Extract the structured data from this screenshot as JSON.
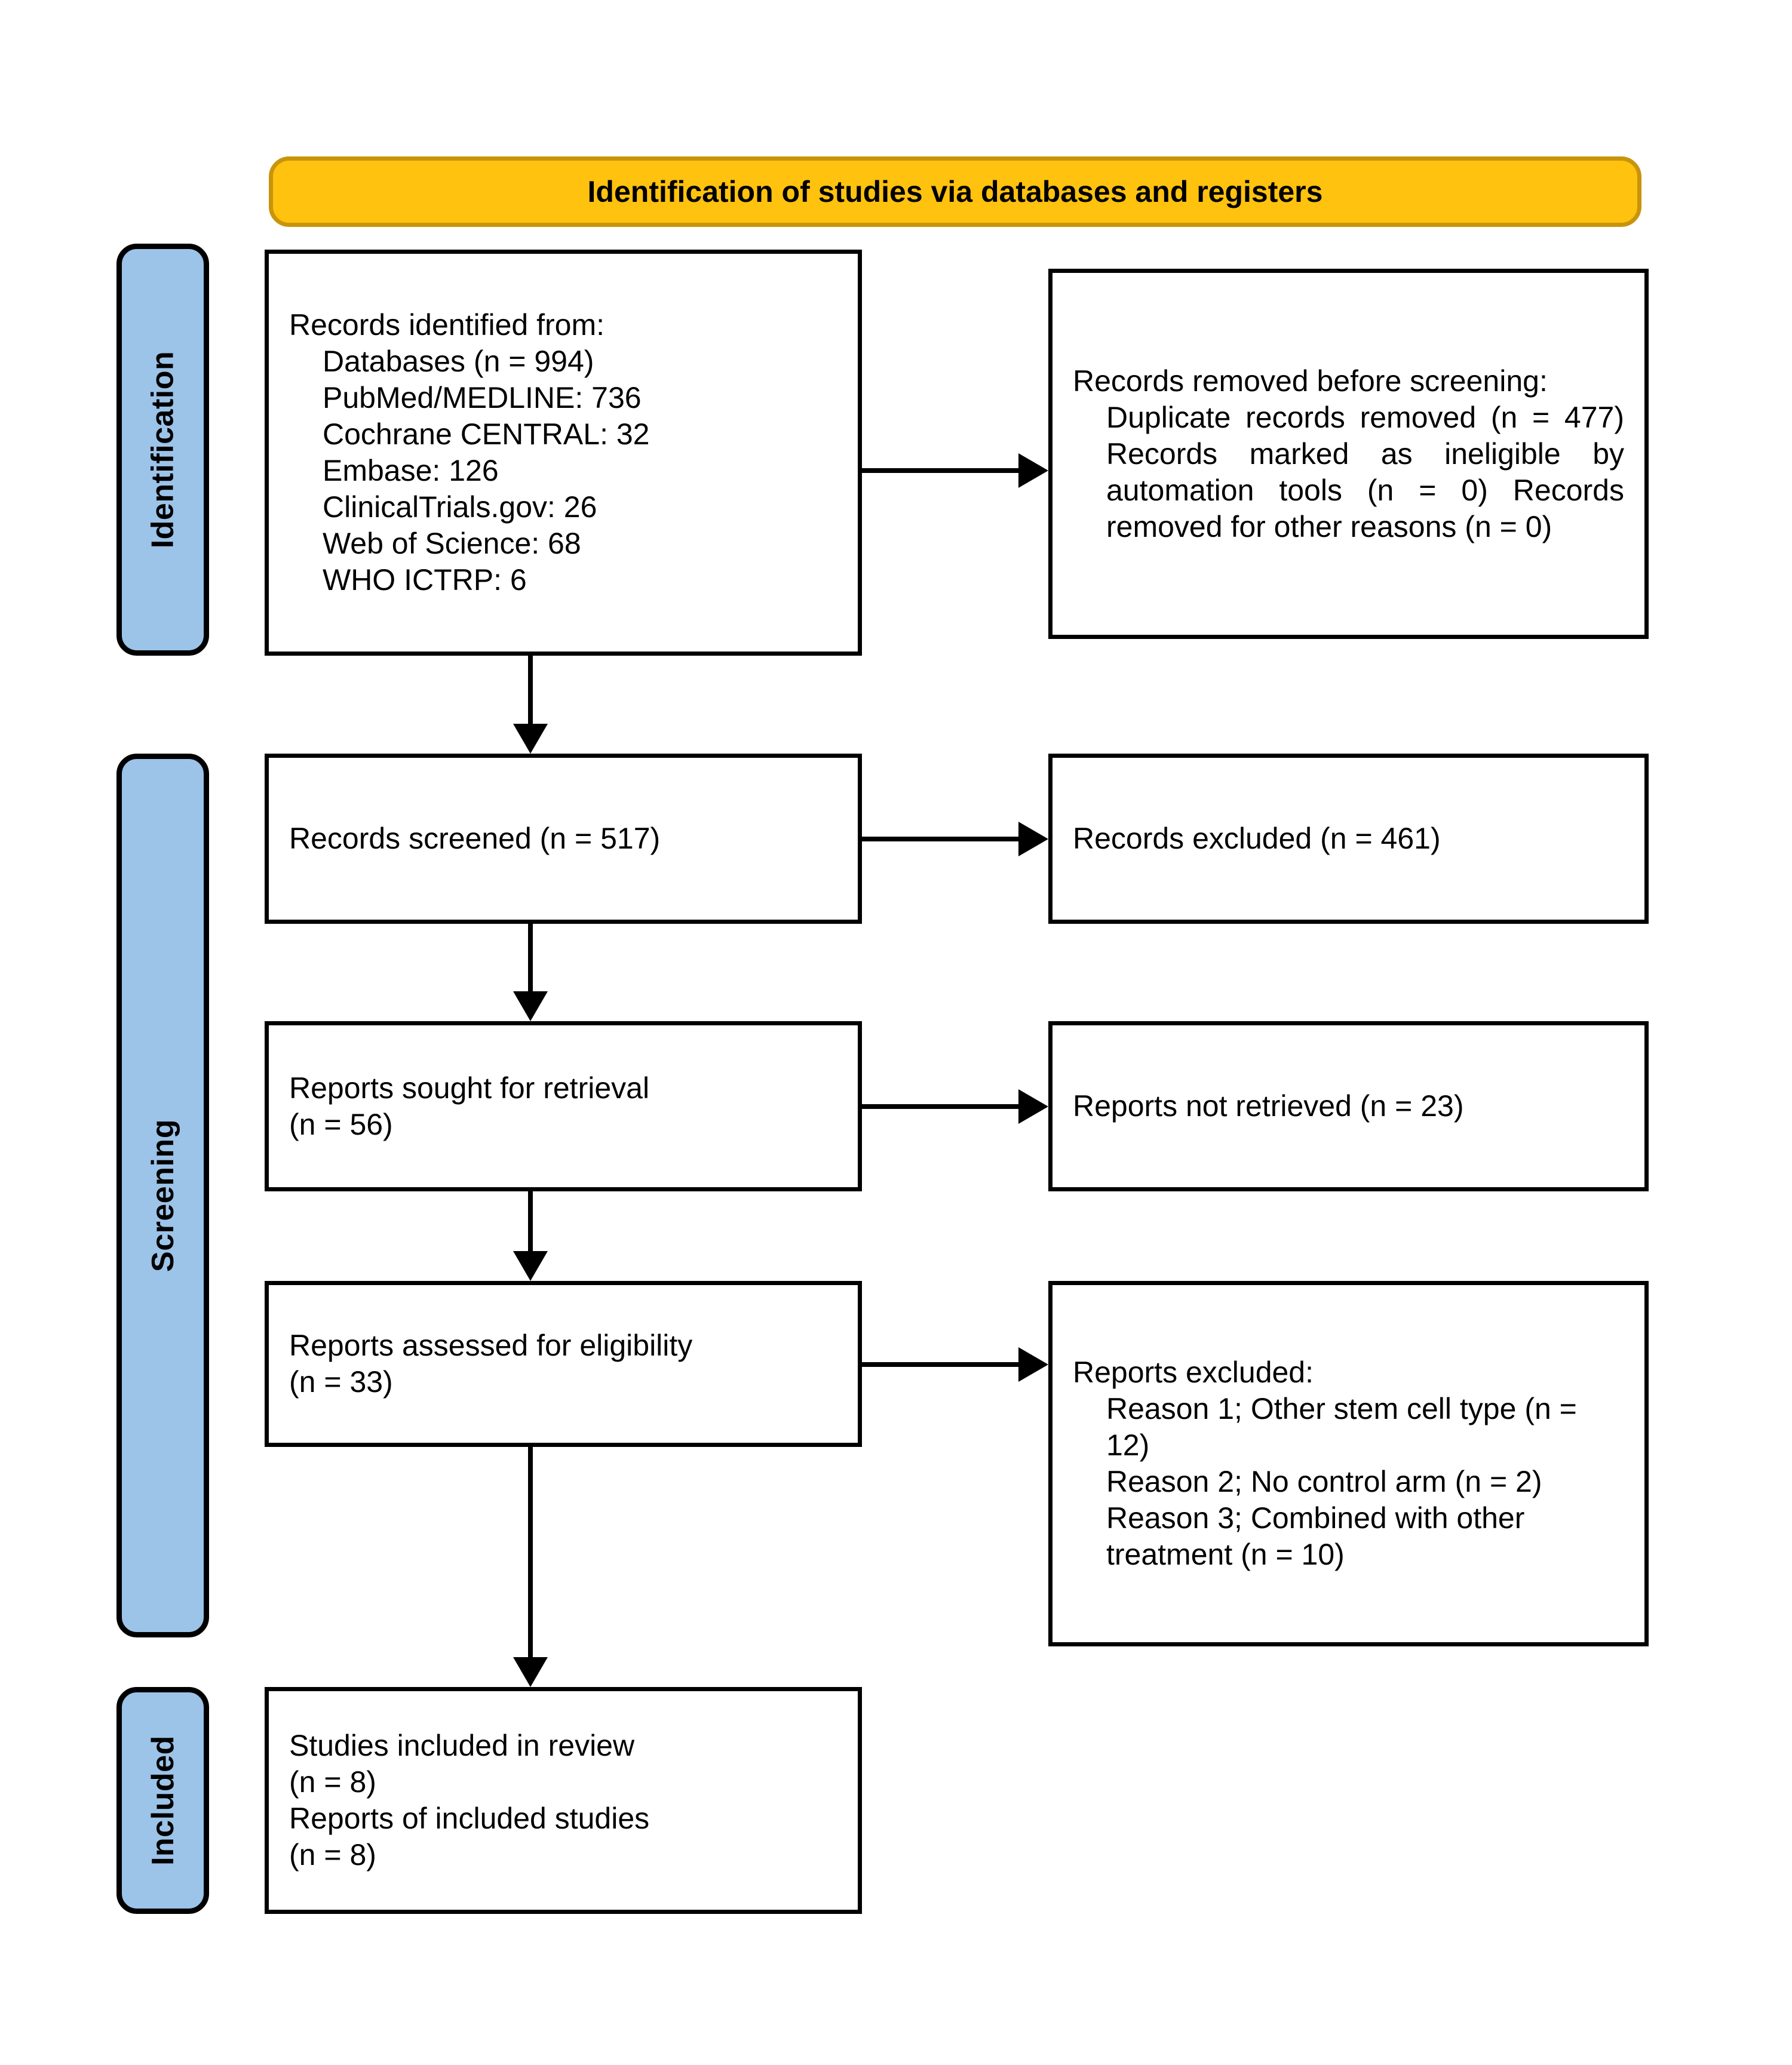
{
  "diagram": {
    "title": "PRISMA 2020 flow diagram",
    "colors": {
      "header_fill": "#FFC20E",
      "header_border": "#C8940B",
      "stage_bar_fill": "#9CC3E8",
      "stage_bar_border": "#000000",
      "box_border": "#000000",
      "box_fill": "#FFFFFF",
      "text": "#000000"
    }
  },
  "header": {
    "label": "Identification of studies via databases and registers"
  },
  "stages": [
    {
      "id": "identification",
      "label": "Identification"
    },
    {
      "id": "screening",
      "label": "Screening"
    },
    {
      "id": "included",
      "label": "Included"
    }
  ],
  "boxes": {
    "records_identified": {
      "lines": [
        "Records identified from:",
        "Databases (n = 994)",
        "PubMed/MEDLINE: 736",
        "Cochrane CENTRAL: 32",
        "Embase: 126",
        "ClinicalTrials.gov: 26",
        "Web of Science: 68",
        "WHO ICTRP: 6"
      ]
    },
    "records_removed": {
      "heading": "Records removed before screening:",
      "body": "Duplicate records removed (n = 477) Records marked as ineligible by automation tools (n = 0) Records removed for other reasons (n = 0)"
    },
    "records_screened": {
      "lines": [
        "Records screened (n = 517)"
      ]
    },
    "records_excluded": {
      "lines": [
        "Records excluded (n = 461)"
      ]
    },
    "reports_sought": {
      "lines": [
        "Reports sought for retrieval",
        "(n = 56)"
      ]
    },
    "reports_not_retrieved": {
      "lines": [
        "Reports not retrieved (n = 23)"
      ]
    },
    "reports_assessed": {
      "lines": [
        "Reports assessed for eligibility",
        "(n = 33)"
      ]
    },
    "reports_excluded": {
      "heading": "Reports excluded:",
      "reasons": [
        "Reason 1; Other stem cell type (n = 12)",
        "Reason 2; No control arm (n = 2)",
        "Reason 3; Combined with other treatment (n = 10)"
      ]
    },
    "studies_included": {
      "lines": [
        "Studies included in review",
        "(n = 8)",
        "Reports of included studies",
        "(n = 8)"
      ]
    }
  },
  "flow_counts": {
    "databases_total": 994,
    "pubmed_medline": 736,
    "cochrane_central": 32,
    "embase": 126,
    "clinicaltrials_gov": 26,
    "web_of_science": 68,
    "who_ictrp": 6,
    "duplicates_removed": 477,
    "marked_ineligible_automation": 0,
    "removed_other_reasons": 0,
    "records_screened": 517,
    "records_excluded": 461,
    "reports_sought": 56,
    "reports_not_retrieved": 23,
    "reports_assessed": 33,
    "excluded_reason_1": 12,
    "excluded_reason_2": 2,
    "excluded_reason_3": 10,
    "studies_included": 8,
    "reports_of_included_studies": 8
  }
}
